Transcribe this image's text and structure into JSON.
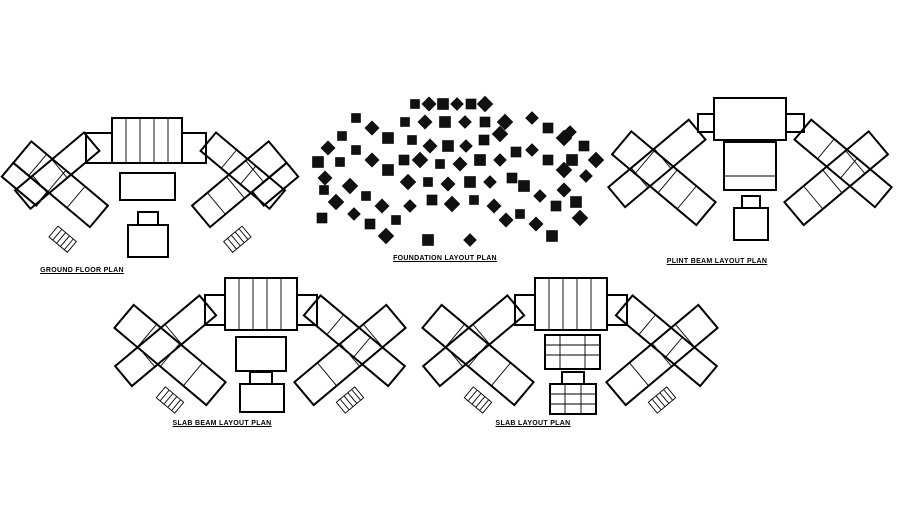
{
  "drawing": {
    "plans": [
      {
        "id": "ground",
        "label": "GROUND FLOOR PLAN"
      },
      {
        "id": "foundation",
        "label": "FOUNDATION LAYOUT PLAN"
      },
      {
        "id": "plinth",
        "label": "PLINT BEAM LAYOUT PLAN"
      },
      {
        "id": "slab-beam",
        "label": "SLAB BEAM LAYOUT PLAN"
      },
      {
        "id": "slab",
        "label": "SLAB  LAYOUT PLAN"
      }
    ]
  },
  "colors": {
    "line": "#000000",
    "background": "#ffffff"
  }
}
